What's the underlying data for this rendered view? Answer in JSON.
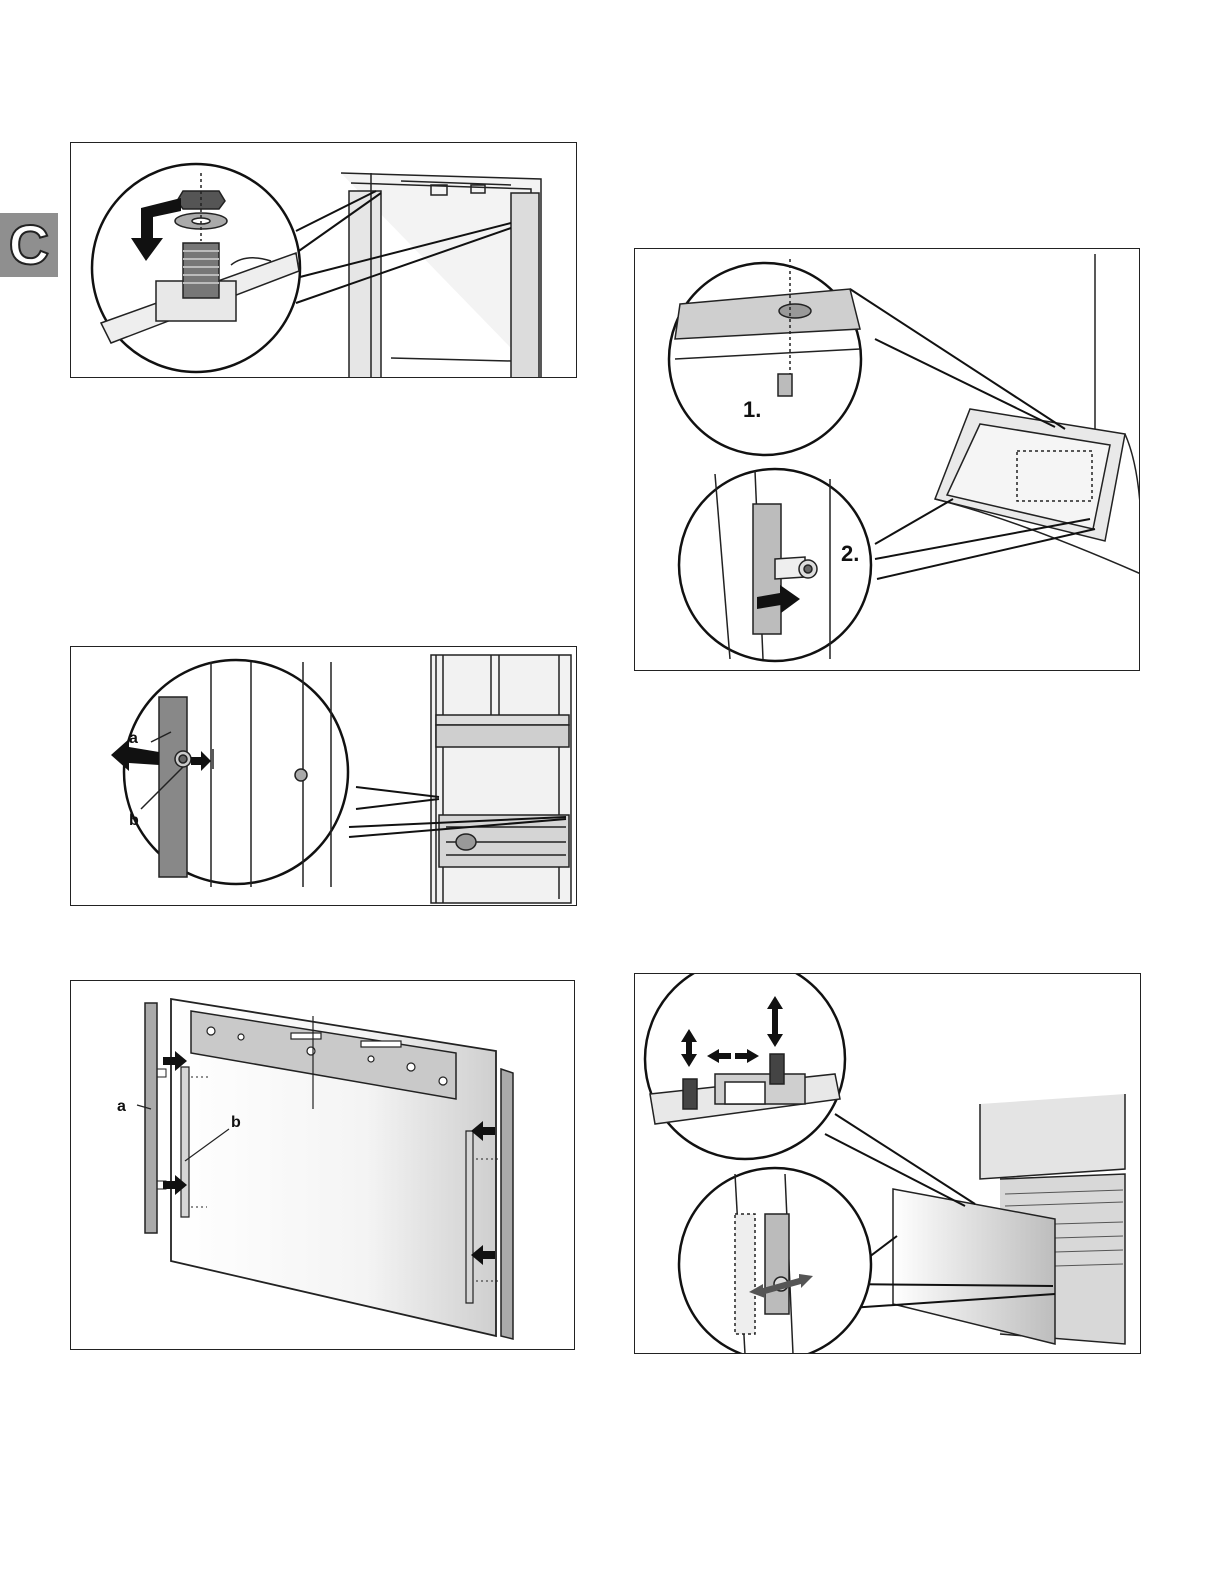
{
  "section_tab": {
    "letter": "C"
  },
  "figures": {
    "fig_top_left": {
      "callouts": []
    },
    "fig_mid_left": {
      "callouts": [
        "a",
        "b"
      ]
    },
    "fig_bottom_left": {
      "callouts": [
        "a",
        "b"
      ]
    },
    "fig_top_right": {
      "steps": [
        "1.",
        "2."
      ]
    },
    "fig_bottom_right": {
      "callouts": []
    }
  }
}
